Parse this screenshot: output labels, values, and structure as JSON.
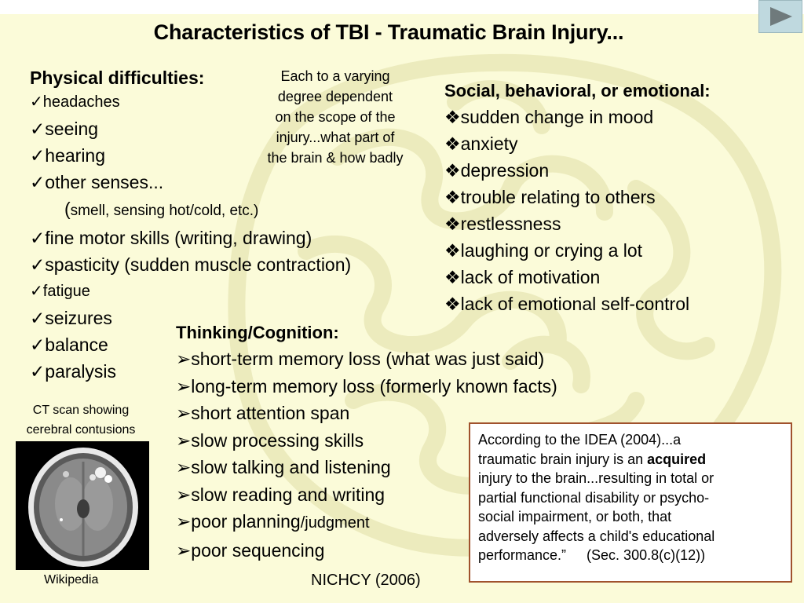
{
  "slide": {
    "title": "Characteristics of TBI -  Traumatic Brain Injury...",
    "nav_button_icon": "play-forward-icon"
  },
  "physical": {
    "heading": "Physical difficulties:",
    "check_mark": "✓",
    "items": [
      "headaches",
      "seeing",
      "hearing",
      "other senses...",
      "fine motor skills (writing, drawing)",
      "spasticity (sudden muscle contraction)",
      "fatigue",
      "seizures",
      "balance",
      "paralysis"
    ],
    "note_open": "(",
    "note_text": "smell, sensing hot/cold, etc.)"
  },
  "scope_note": {
    "lines": [
      "Each to a varying",
      "degree dependent",
      "on the scope of the",
      "injury...what part of",
      "the brain & how badly"
    ]
  },
  "social": {
    "heading": "Social, behavioral, or emotional:",
    "bullet": "❖",
    "items": [
      "sudden change in mood",
      "anxiety",
      "depression",
      "trouble relating to others",
      "restlessness",
      "laughing or crying a lot",
      "lack of motivation",
      "lack of emotional self-control"
    ]
  },
  "thinking": {
    "heading": "Thinking/Cognition:",
    "bullet": "➢",
    "items": [
      "short-term memory loss (what was just said)",
      "long-term memory loss (formerly known facts)",
      "short attention span",
      "slow processing skills",
      "slow talking and listening",
      "slow reading and writing",
      "poor planning",
      "poor sequencing"
    ],
    "planning_suffix": "/judgment"
  },
  "ct_scan": {
    "caption_line1": "CT scan showing",
    "caption_line2": "cerebral contusions",
    "credit": "Wikipedia"
  },
  "citation": "NICHCY (2006)",
  "idea_box": {
    "line1": "According to the IDEA (2004)...a",
    "line2_pre": "traumatic brain injury is an ",
    "line2_bold": "acquired",
    "line3": "injury to the brain...resulting in total or",
    "line4": "partial functional disability or psycho-",
    "line5": "social impairment, or both, that",
    "line6": "adversely affects a child's educational",
    "line7_text": "performance.”",
    "line7_ref": "(Sec. 300.8(c)(12))"
  },
  "colors": {
    "background": "#fbfbd9",
    "box_border": "#a0522d",
    "nav_button": "#bfd9df"
  }
}
